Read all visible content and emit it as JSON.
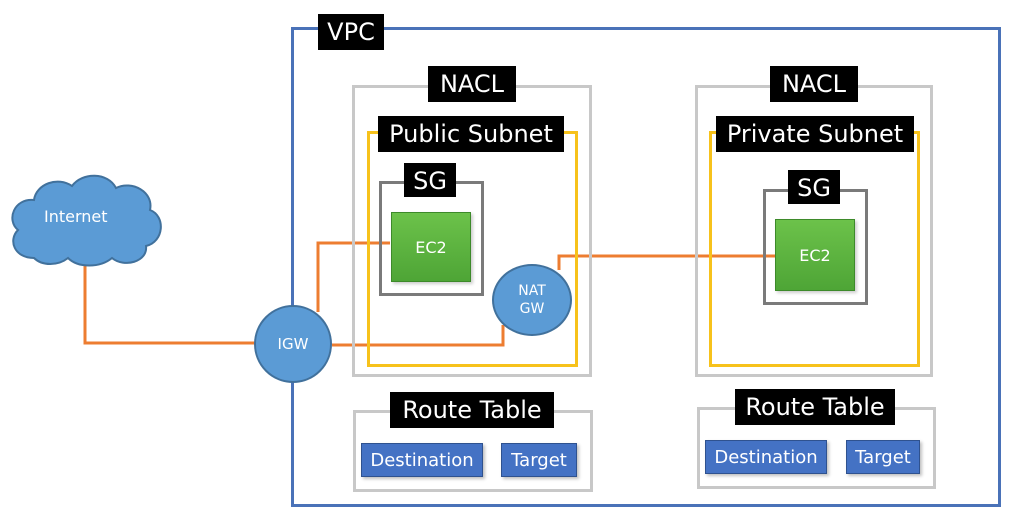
{
  "vpc": {
    "label": "VPC"
  },
  "internet": {
    "label": "Internet"
  },
  "igw": {
    "label": "IGW"
  },
  "nat": {
    "line1": "NAT",
    "line2": "GW"
  },
  "public": {
    "nacl_label": "NACL",
    "subnet_label": "Public Subnet",
    "sg_label": "SG",
    "ec2_label": "EC2",
    "route_table": {
      "title": "Route Table",
      "destination": "Destination",
      "target": "Target"
    }
  },
  "private": {
    "nacl_label": "NACL",
    "subnet_label": "Private Subnet",
    "sg_label": "SG",
    "ec2_label": "EC2",
    "route_table": {
      "title": "Route Table",
      "destination": "Destination",
      "target": "Target"
    }
  },
  "colors": {
    "vpc_border": "#4a72b8",
    "nacl_border": "#c8c8c8",
    "subnet_border": "#f7c21b",
    "sg_border": "#7a7a7a",
    "connection": "#ed7d31",
    "ec2_fill": "#5cb43f",
    "node_fill": "#5b9bd5",
    "button_fill": "#4472c4"
  }
}
